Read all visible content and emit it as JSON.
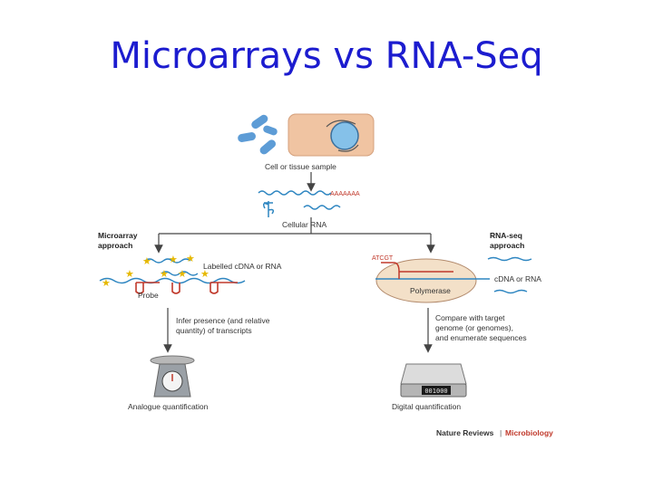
{
  "slide": {
    "title": "Microarrays vs RNA-Seq"
  },
  "diagram": {
    "cell_label": "Cell or tissue sample",
    "polya_label": "AAAAAAA",
    "rna_label": "Cellular RNA",
    "microarray": {
      "heading_line1": "Microarray",
      "heading_line2": "approach",
      "labelled_label": "Labelled cDNA or RNA",
      "probe_label": "Probe",
      "infer_line1": "Infer presence (and relative",
      "infer_line2": "quantity) of transcripts",
      "result_label": "Analogue quantification"
    },
    "rnaseq": {
      "heading_line1": "RNA-seq",
      "heading_line2": "approach",
      "adapter_label": "ATCGT",
      "polymerase_label": "Polymerase",
      "cdna_label": "cDNA or RNA",
      "compare_line1": "Compare with target",
      "compare_line2": "genome (or genomes),",
      "compare_line3": "and enumerate sequences",
      "counter_value": "001000",
      "result_label": "Digital quantification"
    },
    "credit": {
      "journal": "Nature Reviews",
      "separator": "|",
      "section": "Microbiology"
    },
    "colors": {
      "title": "#1c1ccf",
      "rna": "#2e86c1",
      "label_red": "#c0392b",
      "cell": "#f0c4a2",
      "nucleus": "#85c1e9",
      "polymerase": "#f3e0c8"
    }
  }
}
